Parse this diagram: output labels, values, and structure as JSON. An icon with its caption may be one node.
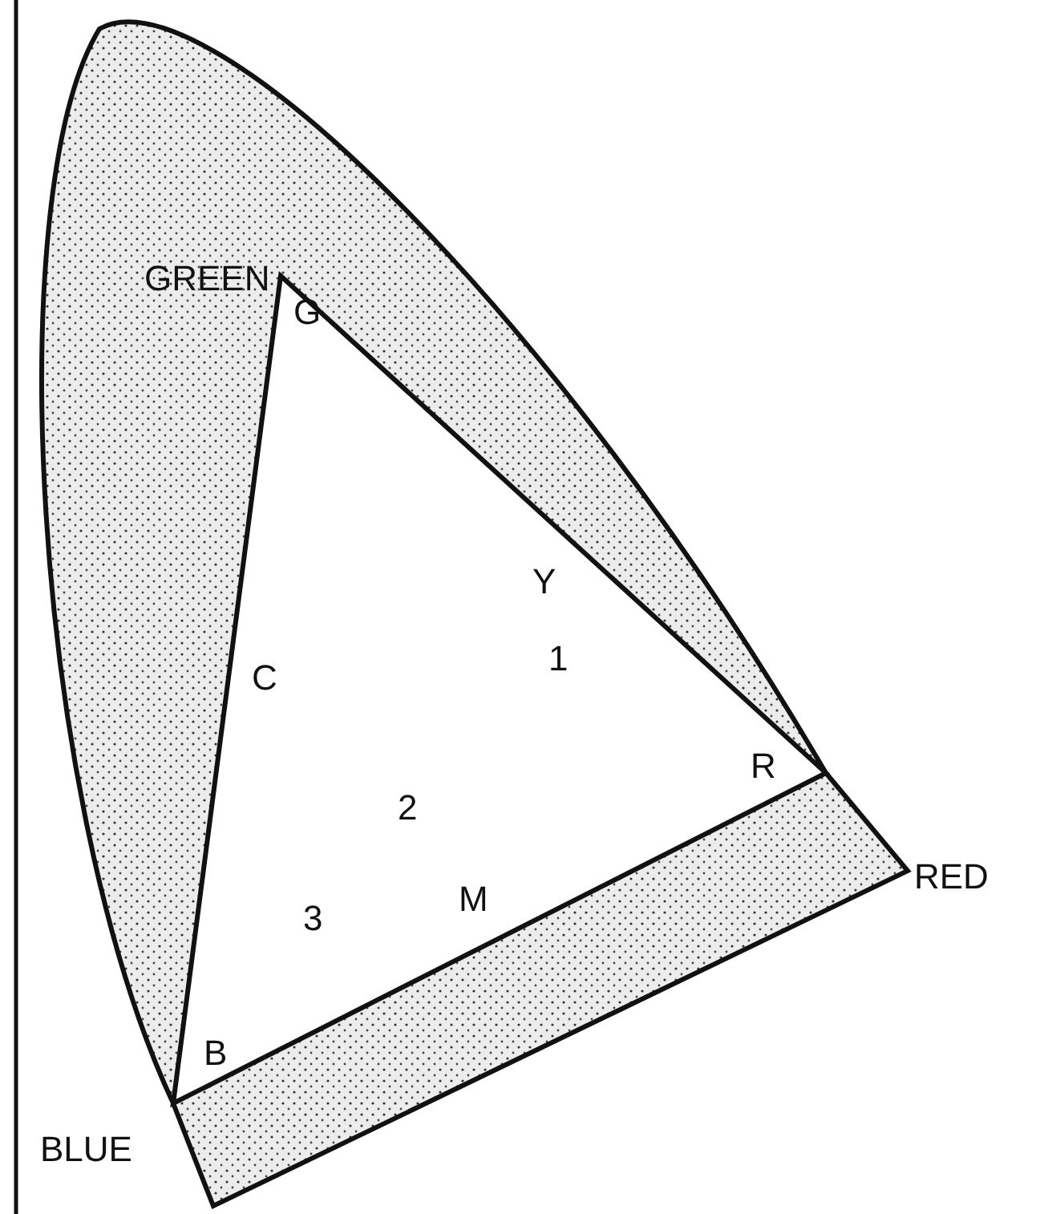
{
  "diagram": {
    "labels": [
      "GREEN",
      "G",
      "Y",
      "1",
      "C",
      "R",
      "2",
      "RED",
      "M",
      "3",
      "B",
      "BLUE"
    ]
  }
}
